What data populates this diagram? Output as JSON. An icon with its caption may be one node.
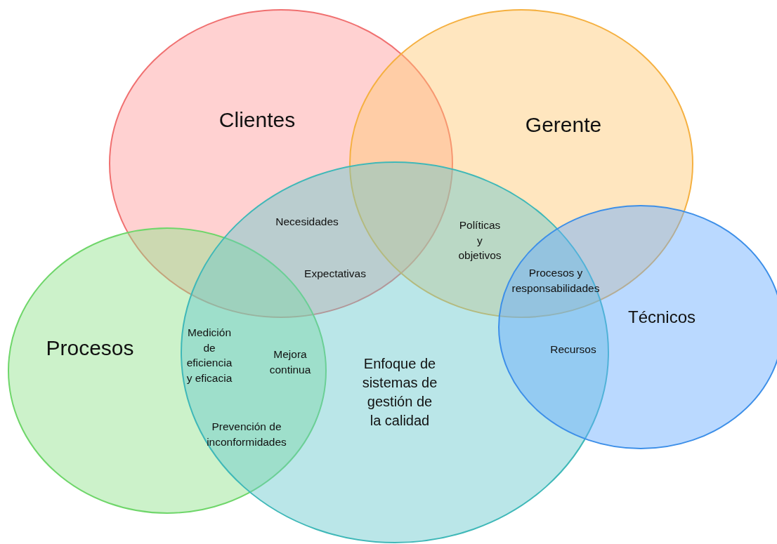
{
  "diagram": {
    "nodes": [
      {
        "text": [
          "Clientes"
        ]
      },
      {
        "text": [
          "Gerente"
        ]
      },
      {
        "text": [
          "Procesos"
        ]
      },
      {
        "text": [
          "Enfoque de sistemas de gestión de la calidad"
        ]
      },
      {
        "text": [
          "Técnicos"
        ]
      }
    ],
    "labels": [
      "Necesidades",
      "Políticas y objetivos",
      "Procesos y responsabilidades",
      "Expectativas",
      "Recursos",
      "Medición de eficiencia y eficacia",
      "Mejora continua",
      "Prevención de inconformidades"
    ]
  }
}
